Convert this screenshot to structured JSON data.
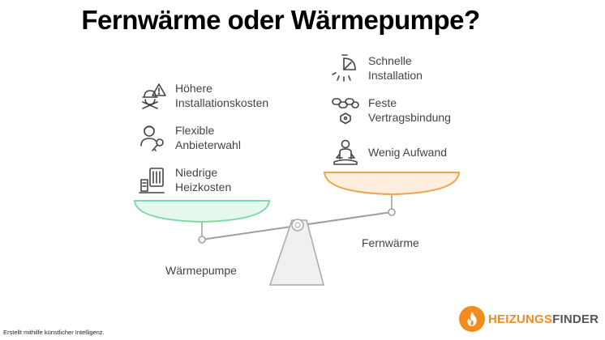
{
  "title": "Fernwärme oder Wärmepumpe?",
  "left": {
    "name": "Wärmepumpe",
    "items": [
      {
        "label": "Höhere\nInstallationskosten",
        "icon": "warning-worker-icon"
      },
      {
        "label": "Flexible\nAnbieterwahl",
        "icon": "person-key-icon"
      },
      {
        "label": "Niedrige\nHeizkosten",
        "icon": "heater-money-icon"
      }
    ]
  },
  "right": {
    "name": "Fernwärme",
    "items": [
      {
        "label": "Schnelle\nInstallation",
        "icon": "speed-stopwatch-icon"
      },
      {
        "label": "Feste\nVertragsbindung",
        "icon": "chain-lock-icon"
      },
      {
        "label": "Wenig Aufwand",
        "icon": "meditating-person-icon"
      }
    ]
  },
  "colors": {
    "left_pan": "#7fd9a7",
    "left_pan_fill": "#e6f8ee",
    "right_pan": "#f0a44e",
    "right_pan_fill": "#fdeedd",
    "brand_orange": "#f28c1e"
  },
  "footer_note": "Erstellt mithilfe künstlicher Intelligenz.",
  "brand": {
    "part1": "HEIZUNGS",
    "part2": "FINDER"
  }
}
